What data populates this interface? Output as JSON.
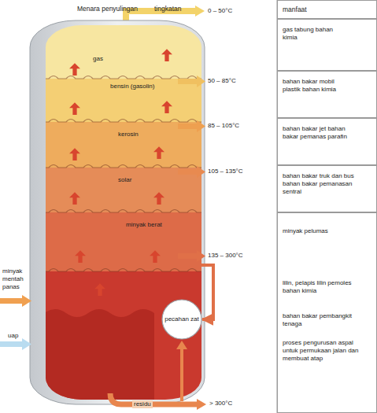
{
  "diagram": {
    "nodes": [
      {
        "text": [
          "Menara penyulingan"
        ]
      },
      {
        "text": [
          "gas"
        ],
        "in": 0
      },
      {
        "text": [
          "bensin (gasolin)"
        ],
        "in": 0
      },
      {
        "text": [
          "kerosin"
        ],
        "in": 0
      },
      {
        "text": [
          "solar"
        ],
        "in": 0
      },
      {
        "text": [
          "minyak berat"
        ],
        "in": 0
      },
      {
        "text": [
          "pecahan zat"
        ],
        "in": 0
      },
      {
        "text": [
          "manfaat"
        ]
      },
      {
        "text": [
          "gas tabung bahan kimia"
        ]
      },
      {
        "text": [
          "bahan bakar mobil plastik bahan kimia"
        ]
      },
      {
        "text": [
          "bahan bakar jet bahan bakar pemanas parafin"
        ]
      },
      {
        "text": [
          "bahan bakar truk dan bus bahan bakar pemanasan sentral"
        ]
      },
      {
        "text": [
          "minyak pelumas",
          "lilin, pelapis lilin pemoles bahan kimia",
          "bahan bakar pembangkit tenaga",
          "proses pengurusan aspal untuk permukaan jalan dan membuat atap"
        ]
      }
    ],
    "edges": [
      {
        "from": 5,
        "to": 6,
        "arrow": "to"
      }
    ],
    "labels": [
      "tingkatan",
      "0 – 50°C",
      "50 – 85°C",
      "85 – 105°C",
      "105 – 135°C",
      "135 – 300°C",
      "minyak mentah panas",
      "uap",
      "residu",
      "> 300°C"
    ]
  }
}
